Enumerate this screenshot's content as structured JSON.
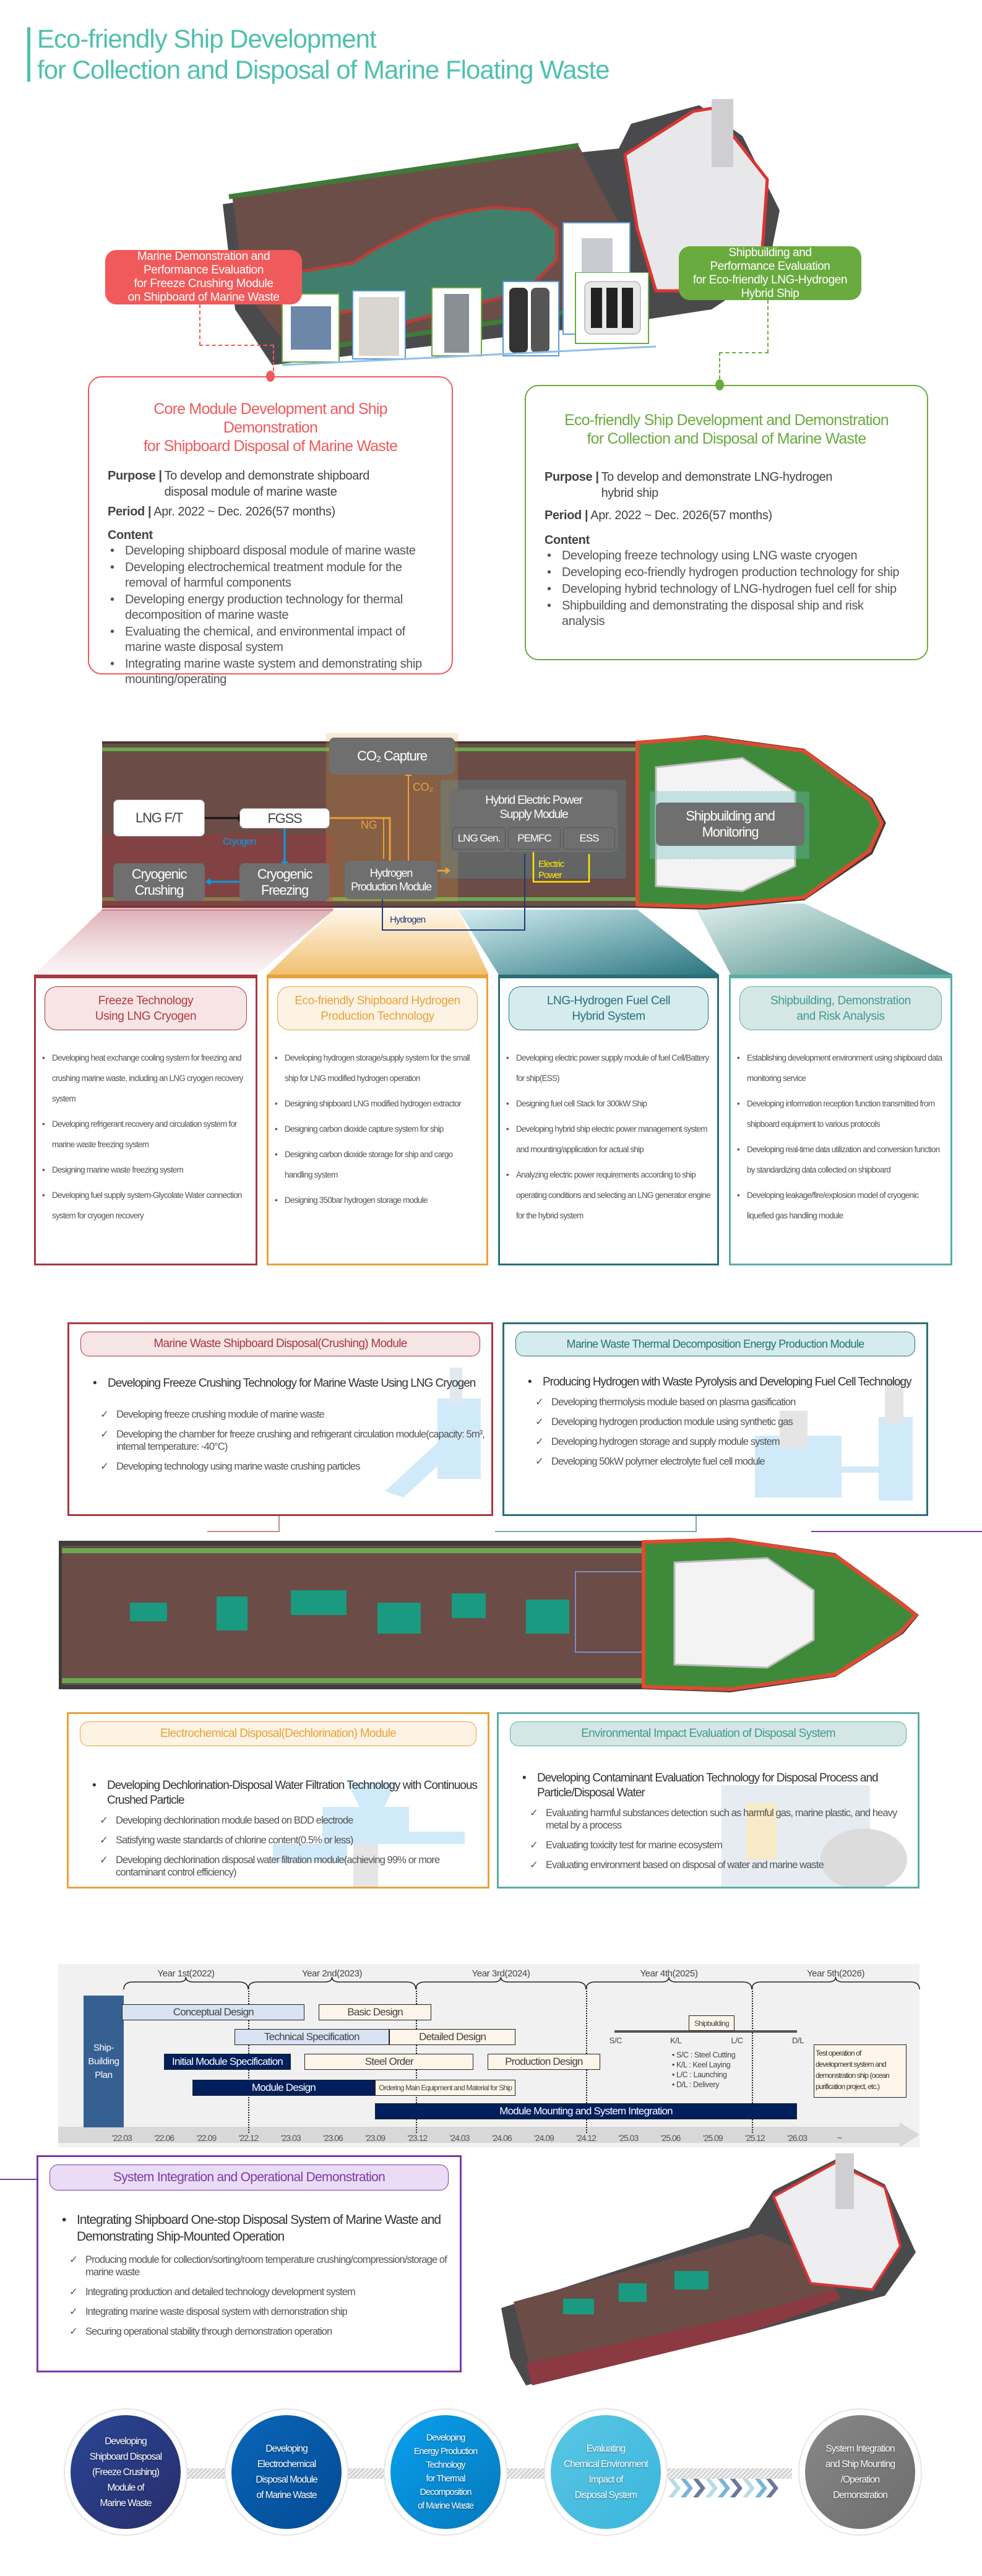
{
  "title": "Eco-friendly Ship Development\nfor Collection and Disposal of Marine Floating Waste",
  "top_ship": {
    "red_label": "Marine Demonstration and\nPerformance Evaluation\nfor Freeze Crushing Module\non Shipboard of Marine Waste",
    "green_label": "Shipbuilding and\nPerformance Evaluation\nfor Eco-friendly LNG-Hydrogen\nHybrid Ship"
  },
  "core_box": {
    "title": "Core Module Development and Ship Demonstration\nfor Shipboard Disposal of Marine Waste",
    "purpose_label": "Purpose |",
    "purpose": "To develop and demonstrate shipboard\ndisposal module of marine waste",
    "period_label": "Period |",
    "period": "Apr. 2022 ~ Dec. 2026(57 months)",
    "content_label": "Content",
    "items": [
      "Developing shipboard disposal module of marine waste",
      "Developing electrochemical treatment module for the removal of harmful components",
      "Developing energy production technology for thermal decomposition of marine waste",
      "Evaluating the chemical, and environmental impact of marine waste disposal system",
      "Integrating marine waste system and demonstrating ship mounting/operating"
    ]
  },
  "eco_box": {
    "title": "Eco-friendly Ship Development and Demonstration\nfor Collection and Disposal of Marine Waste",
    "purpose_label": "Purpose |",
    "purpose": "To develop and demonstrate LNG-hydrogen\nhybrid ship",
    "period_label": "Period |",
    "period": "Apr. 2022 ~ Dec. 2026(57 months)",
    "content_label": "Content",
    "items": [
      "Developing freeze technology using LNG waste cryogen",
      "Developing eco-friendly hydrogen production technology for ship",
      "Developing hybrid technology of LNG-hydrogen fuel cell for ship",
      "Shipbuilding and demonstrating the disposal ship and risk analysis"
    ]
  },
  "diagram": {
    "co2_capture": "CO₂ Capture",
    "lng_ft": "LNG F/T",
    "fgss": "FGSS",
    "hybrid_power": "Hybrid Electric Power\nSupply Module",
    "lng_gen": "LNG Gen.",
    "pemfc": "PEMFC",
    "ess": "ESS",
    "shipbuilding_monitoring": "Shipbuilding and\nMonitoring",
    "cryogenic_crushing": "Cryogenic\nCrushing",
    "cryogenic_freezing": "Cryogenic\nFreezing",
    "hydrogen_production": "Hydrogen\nProduction Module",
    "flow_cryogen": "Cryogen",
    "flow_ng": "NG",
    "flow_co2": "CO₂",
    "flow_electric": "Electric\nPower",
    "flow_hydrogen": "Hydrogen"
  },
  "tech_boxes": [
    {
      "title": "Freeze Technology\nUsing LNG Cryogen",
      "color": "#a8393d",
      "items": [
        "Developing heat exchange cooling system for freezing and crushing marine waste, including an LNG cryogen recovery system",
        "Developing refrigerant recovery and circulation system for marine waste freezing system",
        "Designing marine waste freezing system",
        "Developing fuel supply system-Glycolate Water connection system for cryogen recovery"
      ]
    },
    {
      "title": "Eco-friendly Shipboard Hydrogen\nProduction Technology",
      "color": "#e8a23a",
      "items": [
        "Developing hydrogen storage/supply system for the small ship for LNG modified hydrogen operation",
        "Designing shipboard LNG modified hydrogen extractor",
        "Designing carbon dioxide capture system for ship",
        "Designing carbon dioxide storage for ship and cargo handling system",
        "Designing 350bar hydrogen storage module"
      ]
    },
    {
      "title": "LNG-Hydrogen Fuel Cell\nHybrid System",
      "color": "#2a6f78",
      "items": [
        "Developing electric power supply module of fuel Cell/Battery for ship(ESS)",
        "Designing fuel cell Stack for 300kW Ship",
        "Developing hybrid ship electric power management system and mounting/application for actual ship",
        "Analyzing electric power requirements according to ship operating conditions and selecting an LNG generator engine for the hybrid system"
      ]
    },
    {
      "title": "Shipbuilding, Demonstration\nand Risk Analysis",
      "color": "#5aaea6",
      "items": [
        "Establishing development environment using shipboard data monitoring service",
        "Developing information reception function transmitted from shipboard equipment to various protocols",
        "Developing real-time data utilization and conversion function by standardizing data collected on shipboard",
        "Developing leakage/fire/explosion model of cryogenic liquefied gas handling module"
      ]
    }
  ],
  "modules": [
    {
      "title": "Marine Waste Shipboard Disposal(Crushing) Module",
      "main": "Developing Freeze Crushing Technology for Marine Waste Using LNG Cryogen",
      "checks": [
        "Developing freeze crushing module of marine waste",
        "Developing the chamber for freeze crushing and refrigerant circulation module(capacity: 5m³, internal temperature: -40°C)",
        "Developing technology using marine waste crushing particles"
      ]
    },
    {
      "title": "Marine Waste Thermal Decomposition Energy Production Module",
      "main": "Producing Hydrogen with Waste Pyrolysis and Developing Fuel Cell Technology",
      "checks": [
        "Developing thermolysis module based on plasma gasification",
        "Developing hydrogen production module using synthetic gas",
        "Developing hydrogen storage and supply module system",
        "Developing 50kW polymer electrolyte fuel cell module"
      ]
    },
    {
      "title": "Electrochemical Disposal(Dechlorination) Module",
      "main": "Developing Dechlorination-Disposal Water Filtration Technology with Continuous Crushed Particle",
      "checks": [
        "Developing dechlorination module based on BDD electrode",
        "Satisfying waste standards of chlorine content(0.5% or less)",
        "Developing dechlorination disposal water filtration module(achieving 99% or more contaminant control efficiency)"
      ]
    },
    {
      "title": "Environmental Impact Evaluation of Disposal System",
      "main": "Developing Contaminant Evaluation Technology for Disposal Process and Particle/Disposal Water",
      "checks": [
        "Evaluating harmful substances detection such as harmful gas, marine plastic, and heavy metal by a process",
        "Evaluating toxicity test for marine ecosystem",
        "Evaluating environment based on disposal of water and marine waste"
      ]
    }
  ],
  "schedule": {
    "plan_label": "Ship-\nBuilding\nPlan",
    "years": [
      "Year 1st(2022)",
      "Year 2nd(2023)",
      "Year 3rd(2024)",
      "Year 4th(2025)",
      "Year 5th(2026)"
    ],
    "ticks": [
      "'22.03",
      "'22.06",
      "'22.09",
      "'22.12",
      "'23.03",
      "'23.06",
      "'23.09",
      "'23.12",
      "'24.03",
      "'24.06",
      "'24.09",
      "'24.12",
      "'25.03",
      "'25.06",
      "'25.09",
      "'25.12",
      "'26.03",
      "~"
    ],
    "bars": [
      {
        "label": "Conceptual Design",
        "start": "2022-03",
        "end": "2023-04",
        "row": 0,
        "style": "blue"
      },
      {
        "label": "Basic Design",
        "start": "2023-05",
        "end": "2024-01",
        "row": 0,
        "style": "cream"
      },
      {
        "label": "Technical Specification",
        "start": "2022-11",
        "end": "2023-10",
        "row": 1,
        "style": "blue"
      },
      {
        "label": "Detailed Design",
        "start": "2023-10",
        "end": "2024-07",
        "row": 1,
        "style": "cream"
      },
      {
        "label": "Initial Module Specification",
        "start": "2022-06",
        "end": "2023-03",
        "row": 2,
        "style": "navy"
      },
      {
        "label": "Steel Order",
        "start": "2023-04",
        "end": "2024-04",
        "row": 2,
        "style": "cream"
      },
      {
        "label": "Production Design",
        "start": "2024-05",
        "end": "2025-01",
        "row": 2,
        "style": "cream"
      },
      {
        "label": "Module Design",
        "start": "2022-08",
        "end": "2023-09",
        "row": 3,
        "style": "navy"
      },
      {
        "label": "Ordering Main Equipment\nand Material for Ship",
        "start": "2023-09",
        "end": "2024-07",
        "row": 3,
        "style": "cream"
      },
      {
        "label": "Module Mounting and System Integration",
        "start": "2023-09",
        "end": "2026-03",
        "row": 4,
        "style": "navy"
      }
    ],
    "shipbuilding": {
      "label": "Shipbuilding",
      "start": "2025-02",
      "end": "2026-03",
      "milestones": [
        "S/C",
        "K/L",
        "L/C",
        "D/L"
      ]
    },
    "legend": [
      "• S/C : Steel Cutting",
      "• K/L : Keel Laying",
      "• L/C : Launching",
      "• D/L : Delivery"
    ],
    "test_operation": "Test operation of development system and demonstration ship (ocean purification project, etc.)"
  },
  "integration": {
    "title": "System Integration and Operational Demonstration",
    "main": "Integrating Shipboard One-stop Disposal System of Marine Waste and Demonstrating Ship-Mounted Operation",
    "checks": [
      "Producing module for collection/sorting/room temperature crushing/compression/storage of marine waste",
      "Integrating production and detailed technology development system",
      "Integrating marine waste disposal system with demonstration ship",
      "Securing operational stability through demonstration operation"
    ]
  },
  "steps": [
    {
      "label": "Developing\nShipboard Disposal\n(Freeze Crushing)\nModule of\nMarine Waste",
      "color": "#24357f"
    },
    {
      "label": "Developing\nElectrochemical\nDisposal Module\nof Marine Waste",
      "color": "#0656a4"
    },
    {
      "label": "Developing\nEnergy Production\nTechnology\nfor Thermal\nDecomposition\nof Marine Waste",
      "color": "#0792dc"
    },
    {
      "label": "Evaluating\nChemical Environment\nImpact of\nDisposal System",
      "color": "#45bde0"
    },
    {
      "label": "System Integration\nand Ship Mounting\n/Operation\nDemonstration",
      "color": "#777777"
    }
  ],
  "colors": {
    "accent_teal": "#4fc0b0",
    "red": "#f15a5a",
    "green": "#6aab3f",
    "purple": "#7a3aa8",
    "navy": "#001f5c"
  }
}
